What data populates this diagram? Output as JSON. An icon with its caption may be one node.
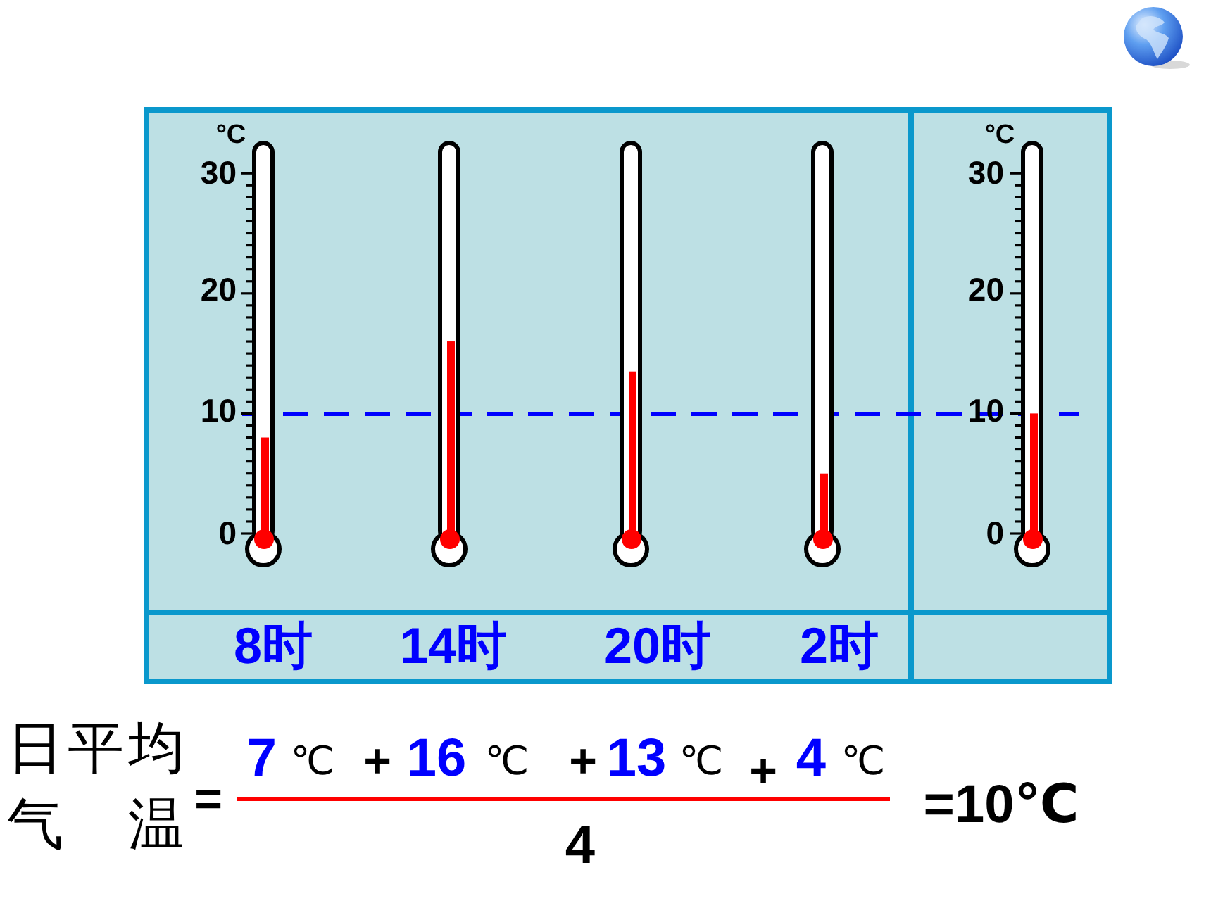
{
  "diagram": {
    "labels": [
      "°C",
      "30",
      "20",
      "10",
      "0",
      "°C",
      "30",
      "20",
      "10",
      "0",
      "8时",
      "14时",
      "20时",
      "2时",
      "日平均气温",
      "=",
      "7",
      "℃",
      "+",
      "16",
      "℃",
      "+",
      "13",
      "℃",
      "+",
      "4",
      "℃",
      "4",
      "=10℃"
    ]
  }
}
